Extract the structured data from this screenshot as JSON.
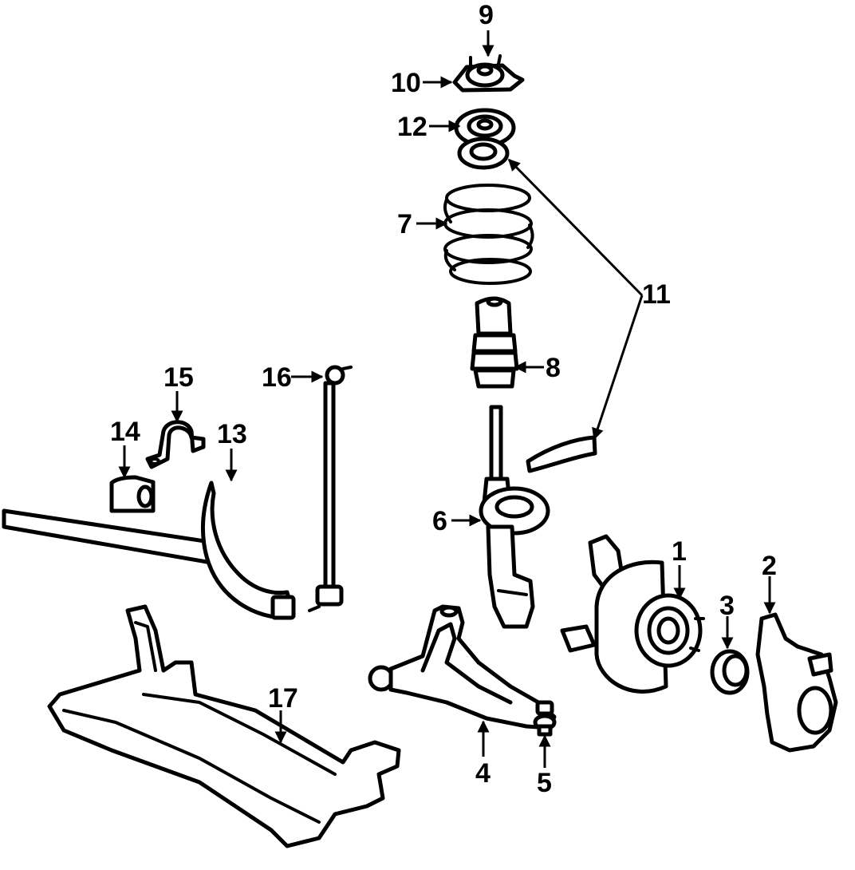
{
  "callouts": {
    "c1": "1",
    "c2": "2",
    "c3": "3",
    "c4": "4",
    "c5": "5",
    "c6": "6",
    "c7": "7",
    "c8": "8",
    "c9": "9",
    "c10": "10",
    "c11": "11",
    "c12": "12",
    "c13": "13",
    "c14": "14",
    "c15": "15",
    "c16": "16",
    "c17": "17"
  },
  "colors": {
    "line": "#000000",
    "fill": "#ffffff",
    "background": "#ffffff"
  }
}
